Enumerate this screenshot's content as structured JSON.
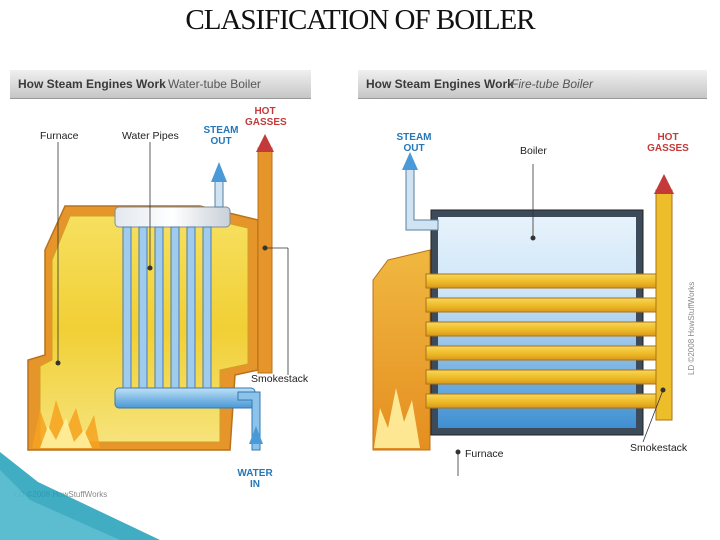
{
  "slide": {
    "title": "CLASIFICATION OF BOILER"
  },
  "water_tube": {
    "header_main": "How Steam Engines Work",
    "header_sub": "Water-tube Boiler",
    "labels": {
      "furnace": "Furnace",
      "water_pipes": "Water Pipes",
      "steam_out": [
        "STEAM",
        "OUT"
      ],
      "hot_gasses": [
        "HOT",
        "GASSES"
      ],
      "smokestack": "Smokestack",
      "water_in": [
        "WATER",
        "IN"
      ]
    },
    "copyright": "LD ©2008 HowStuffWorks"
  },
  "fire_tube": {
    "header_main": "How Steam Engines Work",
    "header_sub": "Fire-tube Boiler",
    "labels": {
      "steam_out": [
        "STEAM",
        "OUT"
      ],
      "boiler": "Boiler",
      "hot_gasses": [
        "HOT",
        "GASSES"
      ],
      "furnace": "Furnace",
      "smokestack": "Smokestack"
    },
    "copyright": "LD ©2008 HowStuffWorks"
  },
  "colors": {
    "furnace_orange": "#e89a28",
    "furnace_yellow": "#f3d23c",
    "water_blue": "#5aa6e0",
    "steam_blue": "#4a9ad8",
    "hot_gas_red": "#c43a3a",
    "accent_teal": "#1f9fb8"
  }
}
